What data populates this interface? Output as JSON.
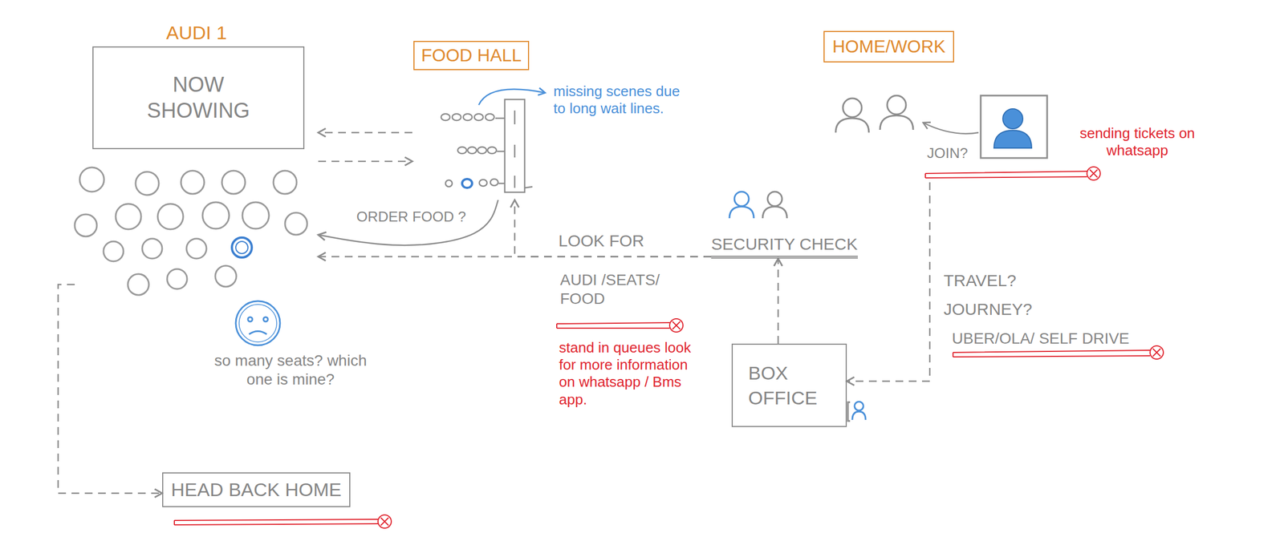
{
  "diagram": {
    "nodes": [
      {
        "text": [
          "AUDI 1",
          "NOW SHOWING"
        ]
      },
      {
        "text": [
          "FOOD HALL"
        ]
      },
      {
        "text": [
          "SECURITY CHECK"
        ]
      },
      {
        "text": [
          "HOME/WORK"
        ]
      },
      {
        "text": [
          "BOX OFFICE"
        ]
      },
      {
        "text": [
          "HEAD BACK HOME"
        ]
      }
    ],
    "edges": [
      {
        "from": 1,
        "to": 0,
        "arrow": "to"
      },
      {
        "from": 0,
        "to": 1,
        "arrow": "to"
      },
      {
        "from": 1,
        "to": 0,
        "arrow": "to",
        "label": "ORDER FOOD ?"
      },
      {
        "from": 2,
        "to": 0,
        "arrow": "to",
        "label": "LOOK FOR"
      },
      {
        "from": 2,
        "to": 1,
        "arrow": "to"
      },
      {
        "from": 4,
        "to": 2,
        "arrow": "to"
      },
      {
        "from": 3,
        "to": 4,
        "arrow": "to"
      },
      {
        "from": 0,
        "to": 5,
        "arrow": "to"
      }
    ],
    "labels": [
      "missing scenes due to long wait lines.",
      "so many seats? which one is mine?",
      "AUDI /SEATS/ FOOD",
      "stand in queues look for more information on whatsapp / Bms app.",
      "JOIN?",
      "sending tickets on whatsapp",
      "TRAVEL?",
      "JOURNEY?",
      "UBER/OLA/ SELF DRIVE"
    ]
  }
}
